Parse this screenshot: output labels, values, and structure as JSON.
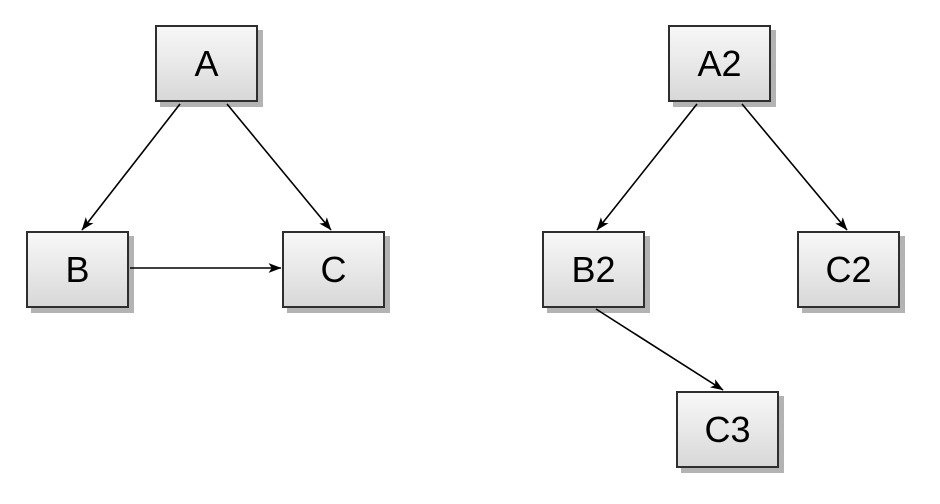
{
  "diagrams": {
    "left": {
      "nodes": [
        {
          "id": "A",
          "label": "A"
        },
        {
          "id": "B",
          "label": "B"
        },
        {
          "id": "C",
          "label": "C"
        }
      ],
      "edges": [
        {
          "from": "A",
          "to": "B"
        },
        {
          "from": "A",
          "to": "C"
        },
        {
          "from": "B",
          "to": "C"
        }
      ]
    },
    "right": {
      "nodes": [
        {
          "id": "A2",
          "label": "A2"
        },
        {
          "id": "B2",
          "label": "B2"
        },
        {
          "id": "C2",
          "label": "C2"
        },
        {
          "id": "C3",
          "label": "C3"
        }
      ],
      "edges": [
        {
          "from": "A2",
          "to": "B2"
        },
        {
          "from": "A2",
          "to": "C2"
        },
        {
          "from": "B2",
          "to": "C3"
        }
      ]
    }
  },
  "colors": {
    "background": "#ffffff",
    "node_fill_top": "#f7f7f7",
    "node_fill_bottom": "#d8d8d8",
    "node_border": "#2e2e2e",
    "node_shadow": "#b3b3b3",
    "edge_line": "#000000",
    "label_text": "#000000"
  }
}
